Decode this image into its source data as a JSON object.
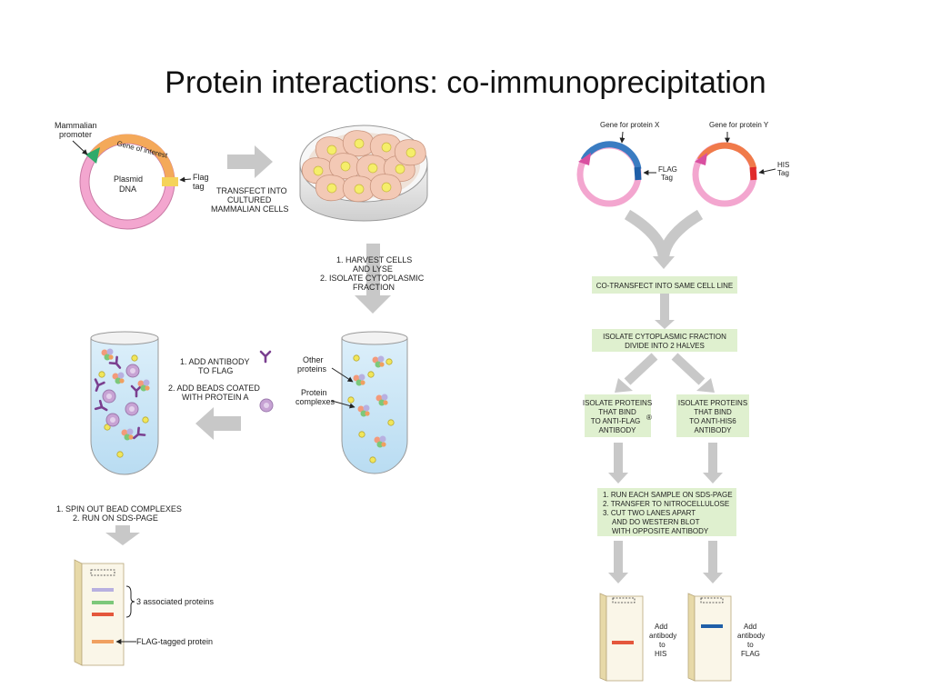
{
  "slide": {
    "title": "Protein interactions: co-immunoprecipitation"
  },
  "left": {
    "mammalian_promoter": [
      "Mammalian",
      "promoter"
    ],
    "gene_of_interest": "Gene of interest",
    "plasmid_dna": [
      "Plasmid",
      "DNA"
    ],
    "flag_tag": [
      "Flag",
      "tag"
    ],
    "transfect": [
      "TRANSFECT INTO",
      "CULTURED",
      "MAMMALIAN CELLS"
    ],
    "harvest": [
      "1. HARVEST CELLS",
      "AND LYSE",
      "2.  ISOLATE CYTOPLASMIC",
      "FRACTION"
    ],
    "other_proteins": [
      "Other",
      "proteins"
    ],
    "protein_complexes": [
      "Protein",
      "complexes"
    ],
    "add_antibody": [
      "1. ADD ANTIBODY",
      "TO FLAG"
    ],
    "add_beads": [
      "2.  ADD BEADS COATED",
      "WITH PROTEIN A"
    ],
    "spin_out": [
      "1.  SPIN OUT BEAD COMPLEXES",
      "2.  RUN ON SDS-PAGE"
    ],
    "associated": "3 associated proteins",
    "flag_tagged": "FLAG-tagged protein"
  },
  "right": {
    "gene_x": "Gene for protein X",
    "gene_y": "Gene for protein Y",
    "flag_tag": [
      "FLAG",
      "Tag"
    ],
    "his_tag": [
      "HIS",
      "Tag"
    ],
    "cotransfect": "CO-TRANSFECT INTO SAME CELL LINE",
    "isolate": [
      "ISOLATE CYTOPLASMIC FRACTION",
      "DIVIDE INTO 2 HALVES"
    ],
    "bind_flag": [
      "ISOLATE PROTEINS",
      "THAT BIND",
      "TO ANTI-FLAG",
      "ANTIBODY"
    ],
    "registered": "®",
    "bind_his": [
      "ISOLATE PROTEINS",
      "THAT BIND",
      "TO ANTI-HIS6",
      "ANTIBODY"
    ],
    "run_steps": [
      "1. RUN EACH SAMPLE ON SDS-PAGE",
      "2. TRANSFER TO NITROCELLULOSE",
      "3. CUT TWO LANES APART",
      "AND DO WESTERN BLOT",
      "WITH OPPOSITE ANTIBODY"
    ],
    "add_his": [
      "Add",
      "antibody",
      "to",
      "HIS"
    ],
    "add_flag": [
      "Add",
      "antibody",
      "to",
      "FLAG"
    ]
  },
  "colors": {
    "plasmid": "#f3a6cf",
    "gene": "#f4a95a",
    "promoter": "#2faa6a",
    "arrow": "#c8c8c8",
    "box": "#dff0cf",
    "blue": "#3a7cc2",
    "red": "#e4573c",
    "antibody": "#7a3f8f",
    "bead": "#c7a3d4",
    "yellow": "#f1e65a",
    "green": "#7cc87a",
    "orange": "#f0a060",
    "lavender": "#b8b0e0"
  }
}
